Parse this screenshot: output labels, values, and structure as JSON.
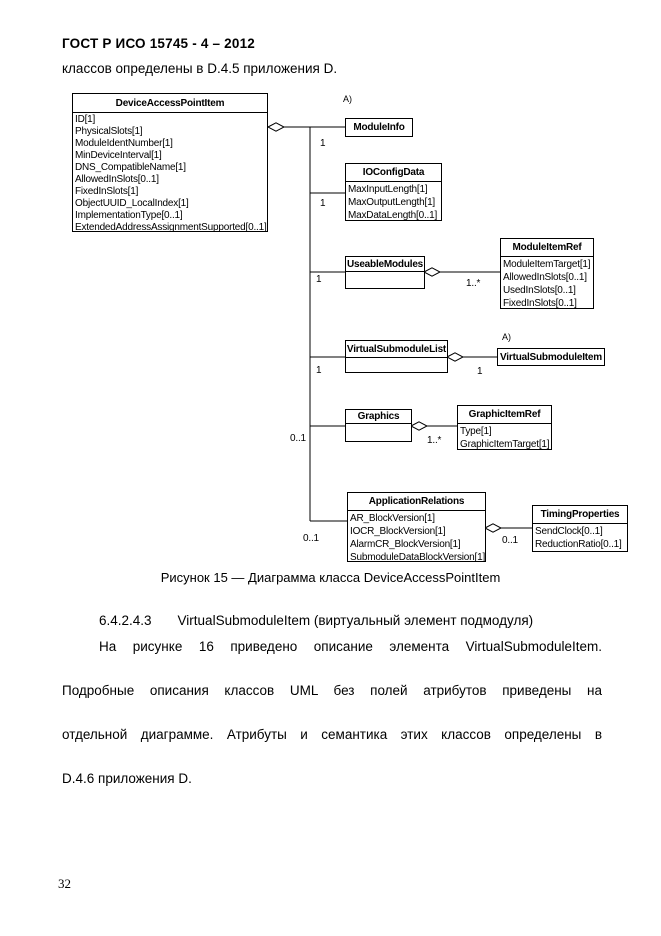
{
  "page": {
    "header": "ГОСТ Р ИСО 15745 - 4 – 2012",
    "intro_line": "классов определены в D.4.5 приложения D.",
    "caption": "Рисунок 15 — Диаграмма класса DeviceAccessPointItem",
    "section_number": "6.4.2.4.3",
    "section_title": "VirtualSubmoduleItem (виртуальный элемент подмодуля)",
    "paragraph_lines": [
      "На рисунке 16 приведено описание элемента VirtualSubmoduleItem.",
      "Подробные описания классов UML без полей атрибутов приведены на",
      "отдельной диаграмме. Атрибуты и семантика этих классов определены в",
      "D.4.6 приложения D."
    ],
    "page_number": "32"
  },
  "diagram": {
    "annotation_labels": [
      "A)",
      "A)"
    ],
    "multiplicities": [
      "1",
      "1",
      "1",
      "1..*",
      "1",
      "1",
      "0..1",
      "1..*",
      "0..1",
      "0..1"
    ],
    "classes": [
      {
        "name": "DeviceAccessPointItem",
        "attributes": [
          "ID[1]",
          "PhysicalSlots[1]",
          "ModuleIdentNumber[1]",
          "MinDeviceInterval[1]",
          "DNS_CompatibleName[1]",
          "AllowedInSlots[0..1]",
          "FixedInSlots[1]",
          "ObjectUUID_LocalIndex[1]",
          "ImplementationType[0..1]",
          "ExtendedAddressAssignmentSupported[0..1]"
        ]
      },
      {
        "name": "ModuleInfo",
        "attributes": []
      },
      {
        "name": "IOConfigData",
        "attributes": [
          "MaxInputLength[1]",
          "MaxOutputLength[1]",
          "MaxDataLength[0..1]"
        ]
      },
      {
        "name": "UseableModules",
        "attributes": []
      },
      {
        "name": "ModuleItemRef",
        "attributes": [
          "ModuleItemTarget[1]",
          "AllowedInSlots[0..1]",
          "UsedInSlots[0..1]",
          "FixedInSlots[0..1]"
        ]
      },
      {
        "name": "VirtualSubmoduleList",
        "attributes": []
      },
      {
        "name": "VirtualSubmoduleItem",
        "attributes": []
      },
      {
        "name": "Graphics",
        "attributes": []
      },
      {
        "name": "GraphicItemRef",
        "attributes": [
          "Type[1]",
          "GraphicItemTarget[1]"
        ]
      },
      {
        "name": "ApplicationRelations",
        "attributes": [
          "AR_BlockVersion[1]",
          "IOCR_BlockVersion[1]",
          "AlarmCR_BlockVersion[1]",
          "SubmoduleDataBlockVersion[1]"
        ]
      },
      {
        "name": "TimingProperties",
        "attributes": [
          "SendClock[0..1]",
          "ReductionRatio[0..1]"
        ]
      }
    ]
  }
}
